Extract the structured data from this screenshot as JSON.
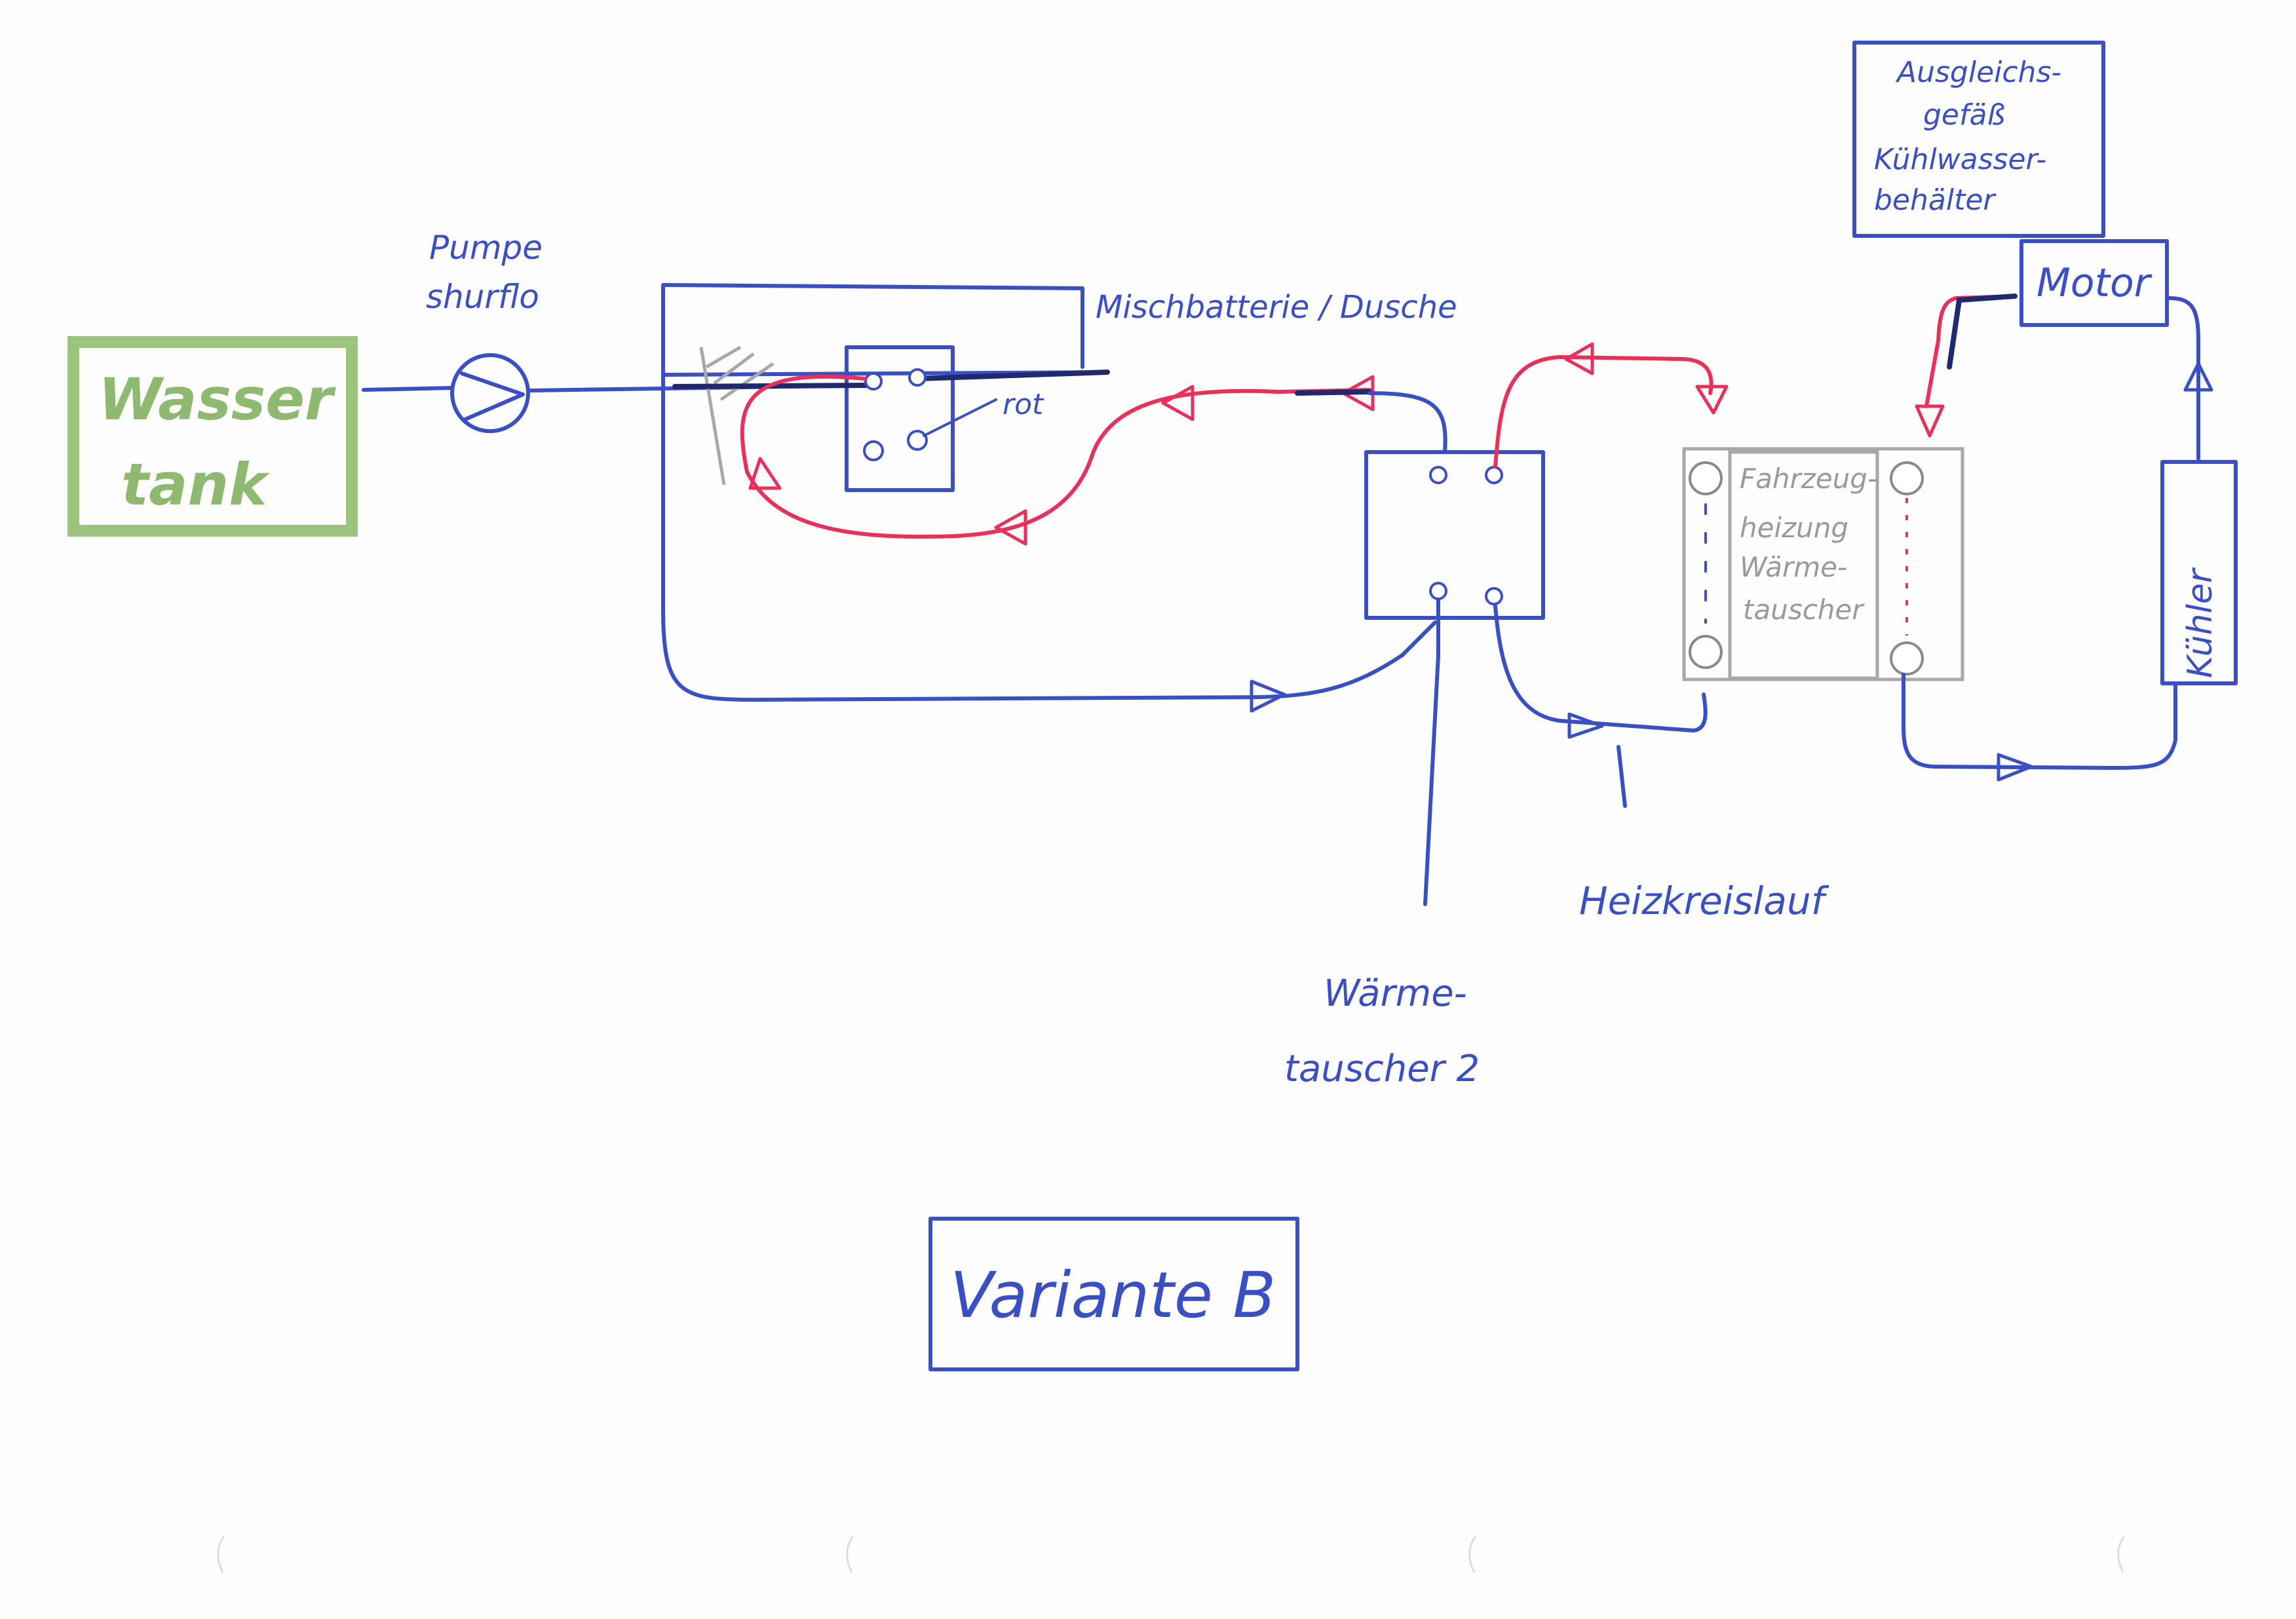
{
  "labels": {
    "water_tank": "Wasser tank",
    "pump": "Pumpe shurflo",
    "mixer": "Mischbatterie / Dusche",
    "hot": "rot",
    "heat_exchanger_2": "Wärme- tauscher 2",
    "heating_circuit": "Heizkreislauf",
    "vehicle_heater": "Fahrzeug- heizung Wärme- tauscher",
    "expansion_tank": "Ausgleichs- gefäß Kühlwasser- behälter",
    "motor": "Motor",
    "radiator": "Kühler",
    "variant": "Variante B"
  },
  "colors": {
    "blue_ink": "#3a4fc4",
    "red_ink": "#e8305a",
    "green_marker": "#9cc47c",
    "grey_pencil": "#a8a8a8"
  }
}
